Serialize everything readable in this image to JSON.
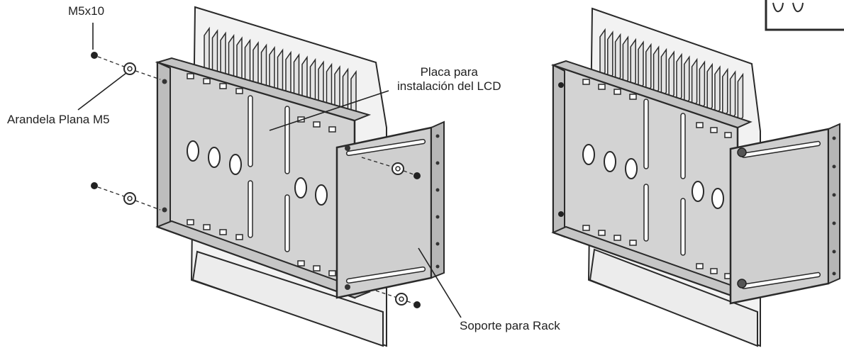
{
  "labels": {
    "screw": "M5x10",
    "washer": "Arandela Plana M5",
    "plate_line1": "Placa para",
    "plate_line2": "instalación del LCD",
    "rack_bracket": "Soporte para Rack"
  },
  "colors": {
    "metal": "#d4d4d4",
    "metal_dark": "#b9b9b9",
    "panel": "#f1f1f1",
    "outline": "#2a2a2a",
    "text": "#222222"
  }
}
